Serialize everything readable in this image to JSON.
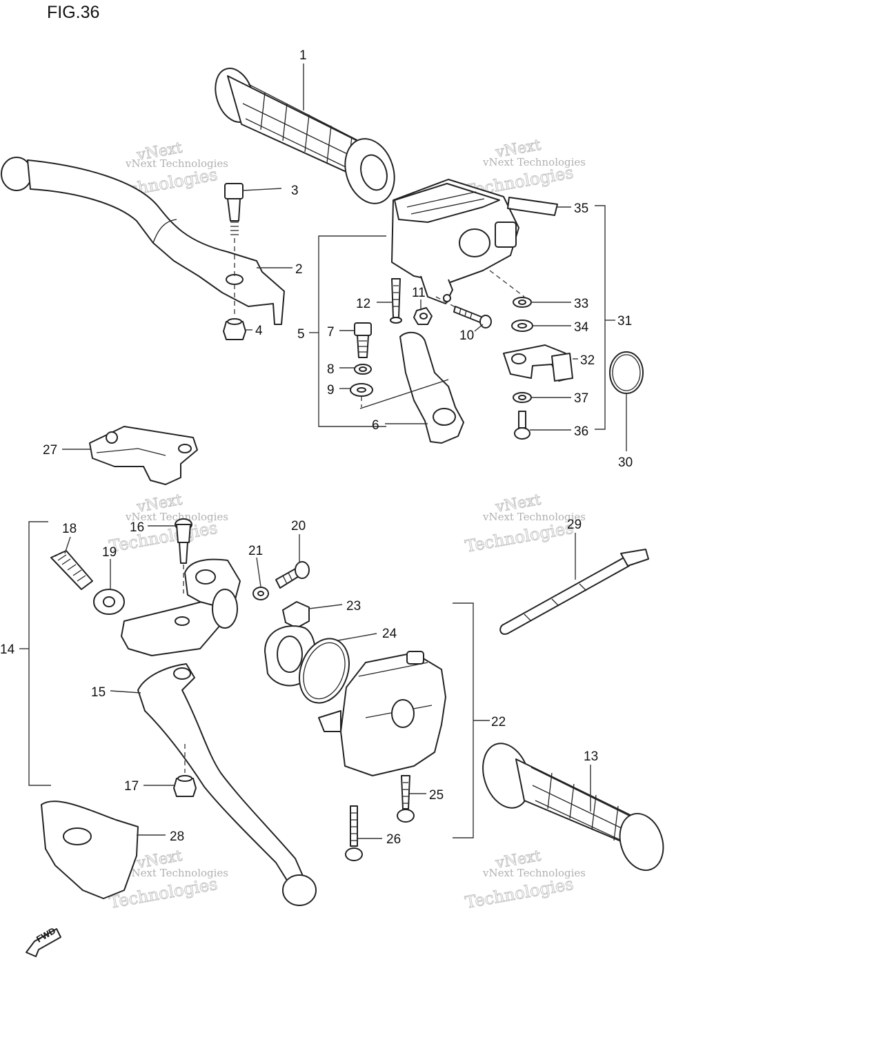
{
  "figure_title": "FIG.36",
  "watermark": {
    "brand": "vNext",
    "line1": "vNext Technologies",
    "line2": "Technologies"
  },
  "fwd_label": "FWD",
  "callouts": {
    "p1": "1",
    "p2": "2",
    "p3": "3",
    "p4": "4",
    "p5": "5",
    "p6": "6",
    "p7": "7",
    "p8": "8",
    "p9": "9",
    "p10": "10",
    "p11": "11",
    "p12": "12",
    "p13": "13",
    "p14": "14",
    "p15": "15",
    "p16": "16",
    "p17": "17",
    "p18": "18",
    "p19": "19",
    "p20": "20",
    "p21": "21",
    "p22": "22",
    "p23": "23",
    "p24": "24",
    "p25": "25",
    "p26": "26",
    "p27": "27",
    "p28": "28",
    "p29": "29",
    "p30": "30",
    "p31": "31",
    "p32": "32",
    "p33": "33",
    "p34": "34",
    "p35": "35",
    "p36": "36",
    "p37": "37"
  }
}
